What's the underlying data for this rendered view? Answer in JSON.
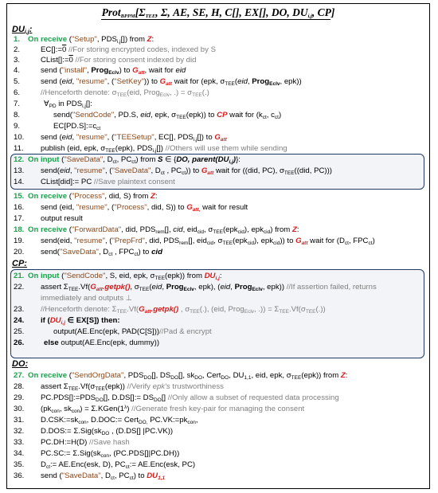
{
  "title": "Prot_BPPM[Σ_TEE, Σ, AE, SE, H, C[], EX[], DO, DU_i,j, CP]",
  "title_parts": {
    "prot": "Prot",
    "prot_sub": "BPPM",
    "params": "[Σ",
    "tee": "TEE",
    "rest": ", Σ, AE, SE, H, C[], EX[], ",
    "do": "DO",
    "comma": ", ",
    "du": "DU",
    "du_sub": "i,j",
    "comma2": ", ",
    "cp": "CP",
    "close": "]"
  },
  "sections": {
    "du": "DU",
    "du_sub": "i,j",
    "du_colon": ":",
    "cp": "CP:",
    "do": "DO:"
  },
  "lines": [
    {
      "n": "1.",
      "t": "On receive (\"Setup\", PDS[]) from Z:"
    },
    {
      "n": "2.",
      "t": "EC[]:=0 //For storing encrypted codes, indexed by S"
    },
    {
      "n": "3.",
      "t": "CList[]:=0 //For storing consent indexed by did"
    },
    {
      "n": "4.",
      "t": "send (\"install\", Prog) to G, wait for eid"
    },
    {
      "n": "5.",
      "t": "send (eid, \"resume\", (\"SetKey\")) to G wait for (epk, σ(eid, Prog, epk))"
    },
    {
      "n": "6.",
      "t": "//Henceforth denote: σ(eid, Prog, .) = σ(.)"
    },
    {
      "n": "7.",
      "t": "∀PD in PDS[]:"
    },
    {
      "n": "8.",
      "t": "send(\"SendCode\", PD.S, eid, epk, σ(epk)) to CP wait for (kct, cct)"
    },
    {
      "n": "9.",
      "t": "EC[PD.S]:=cct"
    },
    {
      "n": "10.",
      "t": "send (eid, \"resume\", (\"TEESetup\", EC[], PDS[]) to G"
    },
    {
      "n": "11.",
      "t": "publish (eid, epk, σ(epk), PDS[]) //Others will use them while sending"
    },
    {
      "n": "12.",
      "t": "On input (\"SaveData\", Dct, PCct) from S ∈ {DO, parent(DU)}:"
    },
    {
      "n": "13.",
      "t": "send(eid, \"resume\", (\"SaveData\", Dct, PCct)) to G wait for ((did, PC), σ((did, PC)))"
    },
    {
      "n": "14.",
      "t": "CList[did]:= PC //Save plaintext consent"
    },
    {
      "n": "15.",
      "t": "On receive (\"Process\", did, S) from Z:"
    },
    {
      "n": "16.",
      "t": "send (eid, \"resume\", (\"Process\", did, S)) to G, wait for result"
    },
    {
      "n": "17.",
      "t": "output result"
    },
    {
      "n": "18.",
      "t": "On receive (\"ForwardData\", did, PDSrem[], cid, eidcid, σ(epkcid), epkcid) from Z:"
    },
    {
      "n": "19.",
      "t": "send(eid, \"resume\", (\"PrepFrd\", did, PDSrem[], eidcid, σ(epkcid), epkcid)) to G wait for (Dct, FPCct)"
    },
    {
      "n": "20.",
      "t": "send(\"SaveData\", Dct, FPCct) to cid"
    },
    {
      "n": "21.",
      "t": "On input (\"SendCode\", S, eid, epk, σ(epk)) from DU:"
    },
    {
      "n": "22.",
      "t": "assert Σ.Vf(G.getpk(), σ(eid, Prog, epk), (eid, Prog, epk)) //If assertion failed, returns"
    },
    {
      "n": "",
      "t": "immediately and outputs ⊥"
    },
    {
      "n": "23.",
      "t": "//Henceforth denote: Σ.Vf(G.getpk(), σ(.), (eid, Prog, .)) = Σ.Vf(σ(.))"
    },
    {
      "n": "24.",
      "t": "if (DU ∈ EX[S]) then:"
    },
    {
      "n": "25.",
      "t": "output(AE.Enc(epk, PAD(C[S]))//Pad & encrypt"
    },
    {
      "n": "26.",
      "t": "else output(AE.Enc(epk, dummy))"
    },
    {
      "n": "27.",
      "t": "On receive (\"SendOrgData\", PDS[], DS[], sk, Cert, DU, eid, epk, σ(epk)) from Z:"
    },
    {
      "n": "28.",
      "t": "assert Σ.Vf(σ(epk)) //Verify epk's trustworthiness"
    },
    {
      "n": "29.",
      "t": "PC.PDS[]:=PDS[], D.DS[]:= DS[] //Only allow a subset of requested data processing"
    },
    {
      "n": "30.",
      "t": "(pkcon, skcon) = Σ.KGen(1λ) //Generate fresh key-pair for managing the consent"
    },
    {
      "n": "31.",
      "t": "D.CSK:=skcon, D.DOC:= CertDO, PC.VK:=pkcon,"
    },
    {
      "n": "32.",
      "t": "D.DOS:= Σ.Sig(skDO, (D.DS[] |PC.VK))"
    },
    {
      "n": "33.",
      "t": "PC.DH:=H(D) //Save hash"
    },
    {
      "n": "34.",
      "t": "PC.SC:= Σ.Sig(skcon, (PC.PDS[]|PC.DH))"
    },
    {
      "n": "35.",
      "t": "Dct:= AE.Enc(esk, D), PCct:= AE.Enc(esk, PC)"
    },
    {
      "n": "36.",
      "t": "send (\"SaveData\", Dct, PCct) to DU"
    }
  ]
}
